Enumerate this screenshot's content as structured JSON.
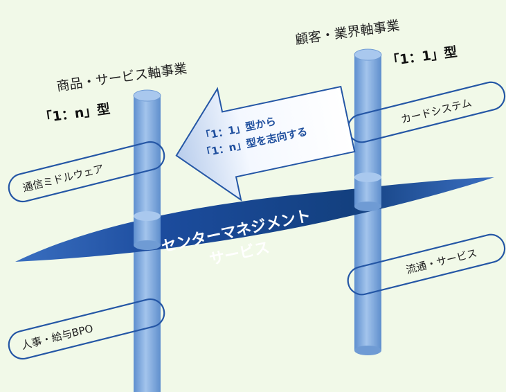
{
  "left_axis": {
    "title": "商品・サービス軸事業",
    "model": "「1：n」型"
  },
  "right_axis": {
    "title": "顧客・業界軸事業",
    "model": "「1：1」型"
  },
  "arrow": {
    "line1": "「1：1」型から",
    "line2": "「1：n」型を志向する"
  },
  "band": {
    "line1": "センターマネジメント",
    "line2": "サービス"
  },
  "tags": {
    "tsushin": "通信ミドルウェア",
    "jinji": "人事・給与BPO",
    "card": "カードシステム",
    "ryutsu": "流通・サービス"
  },
  "colors": {
    "background": "#f1f9e8",
    "pillar": "#7fa9de",
    "band": "#1f4f9e",
    "arrow_border": "#2456a5",
    "text": "#222222"
  }
}
